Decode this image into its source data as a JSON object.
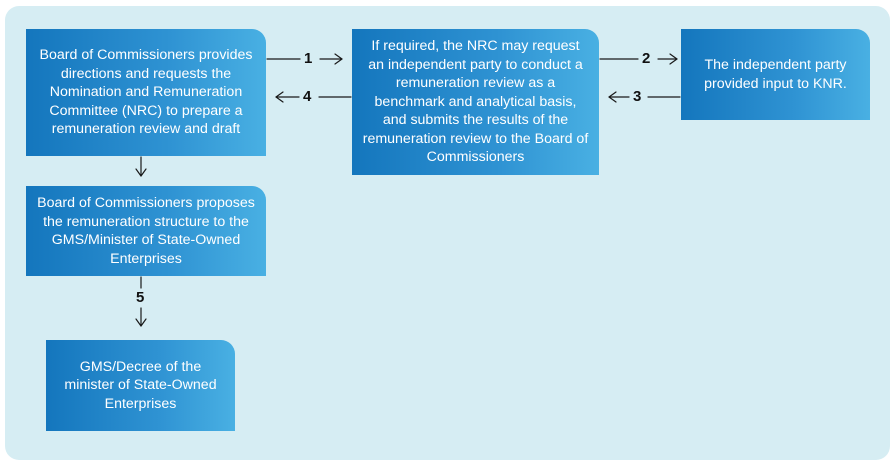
{
  "boxes": {
    "board_directs": "Board of Commissioners provides directions and requests the Nomination and Remuneration Committee (NRC) to prepare a remuneration review and draft",
    "nrc_review": "If required, the NRC may request an independent party to conduct a remuneration review as a benchmark and analytical basis, and submits the results of the remuneration review to the Board of Commissioners",
    "independent_party": "The independent party provided input to KNR.",
    "board_proposes": "Board of Commissioners proposes the remuneration structure to the GMS/Minister of State-Owned Enterprises",
    "gms_decree": "GMS/Decree of the minister of State-Owned Enterprises"
  },
  "steps": {
    "s1": "1",
    "s2": "2",
    "s3": "3",
    "s4": "4",
    "s5": "5"
  },
  "colors": {
    "panel": "#d6edf3",
    "box_dark": "#1476bd",
    "box_light": "#49b0e3",
    "arrow": "#1a1a1a"
  }
}
